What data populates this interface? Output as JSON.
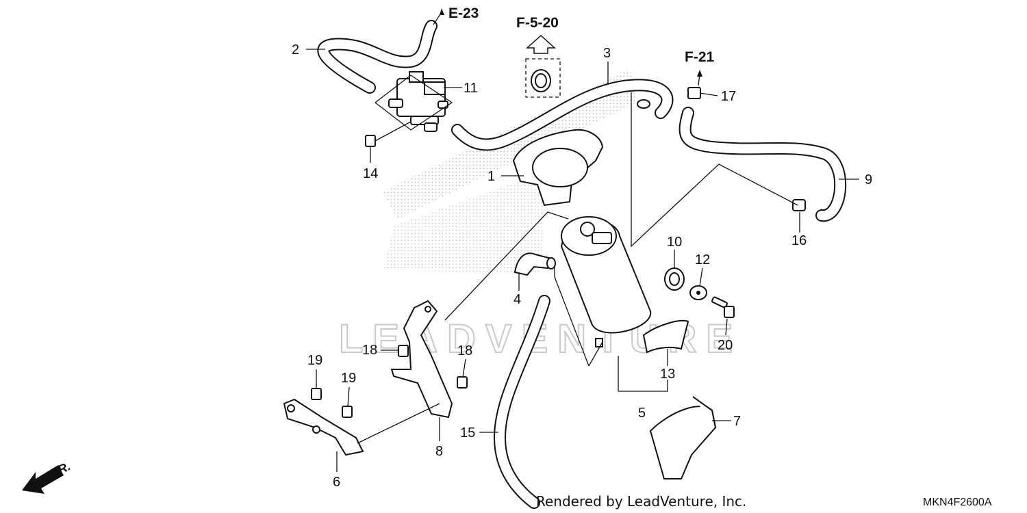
{
  "callouts": {
    "c1": "1",
    "c2": "2",
    "c3": "3",
    "c4": "4",
    "c5": "5",
    "c6": "6",
    "c7": "7",
    "c8": "8",
    "c9": "9",
    "c10": "10",
    "c11": "11",
    "c12": "12",
    "c13": "13",
    "c14": "14",
    "c15": "15",
    "c16": "16",
    "c17": "17",
    "c18a": "18",
    "c18b": "18",
    "c19a": "19",
    "c19b": "19",
    "c20": "20"
  },
  "references": {
    "e23": "E-23",
    "f520": "F-5-20",
    "f21": "F-21"
  },
  "watermark": "LEADVENTURE",
  "direction": "FR.",
  "footer": {
    "credit": "Rendered by LeadVenture, Inc.",
    "diagram_code": "MKN4F2600A"
  }
}
